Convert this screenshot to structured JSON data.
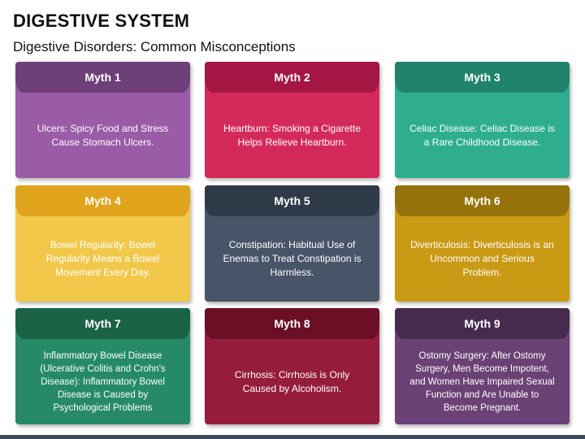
{
  "header": {
    "title": "DIGESTIVE SYSTEM",
    "subtitle": "Digestive Disorders: Common Misconceptions"
  },
  "cards": [
    {
      "label": "Myth 1",
      "text": "Ulcers: Spicy Food and Stress Cause Stomach Ulcers.",
      "head_color": "#6e3f79",
      "body_color": "#9a5ba7"
    },
    {
      "label": "Myth 2",
      "text": "Heartburn: Smoking a Cigarette Helps Relieve Heartburn.",
      "head_color": "#a41744",
      "body_color": "#d42a5b"
    },
    {
      "label": "Myth 3",
      "text": "Celiac Disease: Celiac Disease is a Rare Childhood Disease.",
      "head_color": "#22836c",
      "body_color": "#2eae8e"
    },
    {
      "label": "Myth 4",
      "text": "Bowel Regularity: Bowel Regularity Means a Bowel Movement Every Day.",
      "head_color": "#dfa41c",
      "body_color": "#f2c84b"
    },
    {
      "label": "Myth 5",
      "text": "Constipation: Habitual Use of Enemas to Treat Constipation is Harmless.",
      "head_color": "#2f3a49",
      "body_color": "#485568"
    },
    {
      "label": "Myth 6",
      "text": "Diverticulosis: Diverticulosis is an Uncommon and Serious Problem.",
      "head_color": "#95720a",
      "body_color": "#c99a14"
    },
    {
      "label": "Myth 7",
      "text": "Inflammatory Bowel Disease (Ulcerative Colitis and Crohn's Disease): Inflammatory Bowel Disease is Caused by Psychological Problems",
      "head_color": "#1b6347",
      "body_color": "#268a66"
    },
    {
      "label": "Myth 8",
      "text": "Cirrhosis: Cirrhosis is Only Caused by Alcoholism.",
      "head_color": "#6a0f26",
      "body_color": "#951c3a"
    },
    {
      "label": "Myth 9",
      "text": "Ostomy Surgery: After Ostomy Surgery, Men Become Impotent, and Women Have Impaired Sexual Function and Are Unable to Become Pregnant.",
      "head_color": "#472b4f",
      "body_color": "#6b4275"
    }
  ]
}
